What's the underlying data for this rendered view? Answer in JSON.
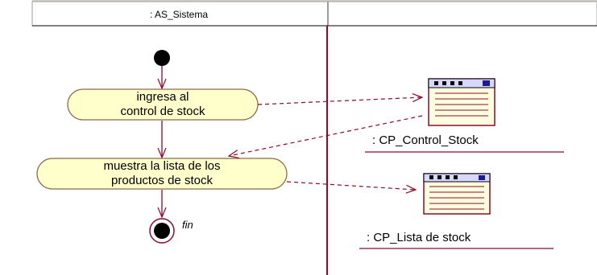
{
  "swimlane": {
    "title": ": AS_Sistema"
  },
  "activities": [
    {
      "label_line1": "ingresa al",
      "label_line2": "control de stock"
    },
    {
      "label_line1": "muestra la lista de los",
      "label_line2": "productos de stock"
    }
  ],
  "final_node": {
    "label": "fin"
  },
  "objects": [
    {
      "label": ": CP_Control_Stock",
      "icon": "form-window-icon"
    },
    {
      "label": ": CP_Lista de stock",
      "icon": "form-window-icon"
    }
  ],
  "colors": {
    "activity_fill": "#ffffcc",
    "edge": "#8b0a2a",
    "node": "#000000",
    "divider": "#8b0a2a"
  }
}
